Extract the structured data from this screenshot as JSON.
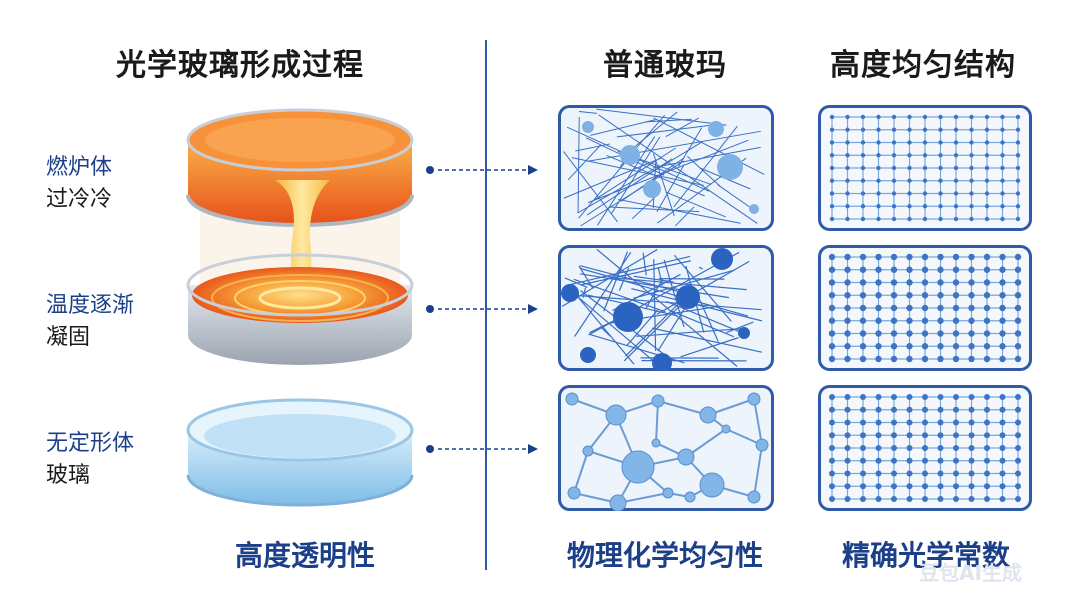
{
  "titles": {
    "process": "光学玻璃形成过程",
    "ordinary": "普通玻玛",
    "uniform": "高度均匀结构"
  },
  "stages": [
    {
      "line1": "燃炉体",
      "line2": "过冷冷"
    },
    {
      "line1": "温度逐渐",
      "line2": "凝固"
    },
    {
      "line1": "无定形体",
      "line2": "玻璃"
    }
  ],
  "bottom_labels": {
    "process": "高度透明性",
    "ordinary": "物理化学均匀性",
    "uniform": "精确光学常数"
  },
  "watermark": "豆包AI生成",
  "colors": {
    "accent": "#1c3f8a",
    "panel_border": "#2e5aa8",
    "panel_fill": "#eef4fc",
    "network": "#3a6fc4",
    "molten": "#f07a1c",
    "glass": "#9fd0f0"
  },
  "icons": [
    "molten-dish-icon",
    "cooling-dish-icon",
    "glass-dish-icon"
  ]
}
